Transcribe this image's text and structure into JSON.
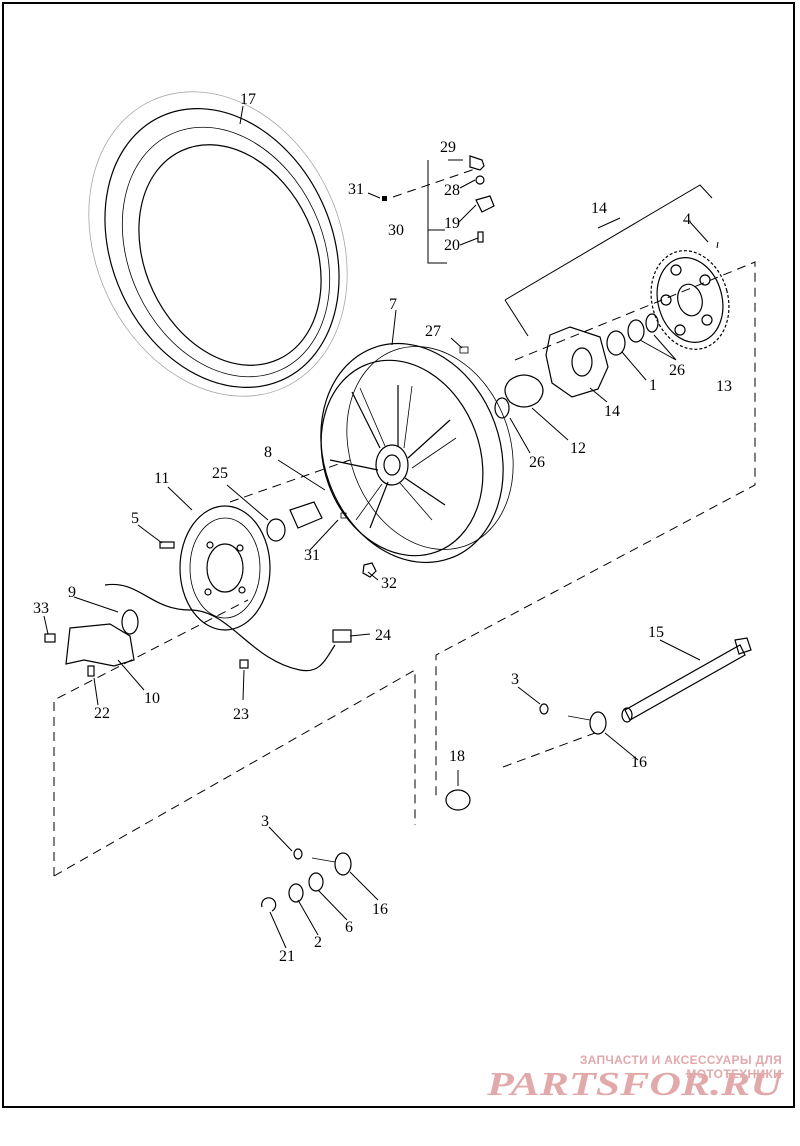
{
  "diagram": {
    "callouts": {
      "c1": "1",
      "c2": "2",
      "c3a": "3",
      "c3b": "3",
      "c4": "4",
      "c5": "5",
      "c6": "6",
      "c7": "7",
      "c8": "8",
      "c9": "9",
      "c10": "10",
      "c11": "11",
      "c12": "12",
      "c13": "13",
      "c14a": "14",
      "c14b": "14",
      "c15": "15",
      "c16a": "16",
      "c16b": "16",
      "c17": "17",
      "c18": "18",
      "c19": "19",
      "c20": "20",
      "c21": "21",
      "c22": "22",
      "c23": "23",
      "c24": "24",
      "c25": "25",
      "c26a": "26",
      "c26b": "26",
      "c27": "27",
      "c28": "28",
      "c29": "29",
      "c30": "30",
      "c31a": "31",
      "c31b": "31",
      "c32": "32",
      "c33": "33"
    }
  },
  "watermark": {
    "tagline": "ЗАПЧАСТИ И АКСЕССУАРЫ ДЛЯ МОТОТЕХНИКИ",
    "logo_text": "PARTSFOR.RU",
    "color": "#e2a9ab"
  }
}
